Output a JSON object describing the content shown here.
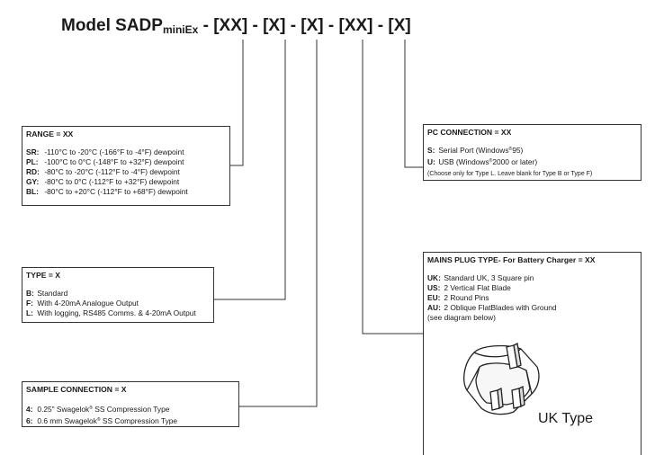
{
  "title": {
    "model": "Model SADP",
    "subscript": "miniEx",
    "code": " - [XX] - [X] - [X] - [XX] - [X]"
  },
  "range": {
    "header": "RANGE = XX",
    "rows": [
      {
        "code": "SR:",
        "text": "-110°C to -20°C (-166°F to -4°F) dewpoint"
      },
      {
        "code": "PL:",
        "text": "-100°C to 0°C (-148°F to +32°F) dewpoint"
      },
      {
        "code": "RD:",
        "text": "-80°C to -20°C (-112°F to -4°F) dewpoint"
      },
      {
        "code": "GY:",
        "text": "-80°C to 0°C (-112°F to +32°F) dewpoint"
      },
      {
        "code": "BL:",
        "text": "-80°C to +20°C (-112°F to +68°F) dewpoint"
      }
    ]
  },
  "type": {
    "header": "TYPE = X",
    "rows": [
      {
        "code": "B:",
        "text": "Standard"
      },
      {
        "code": "F:",
        "text": "With 4-20mA Analogue Output"
      },
      {
        "code": "L:",
        "text": "With logging, RS485 Comms. & 4-20mA Output"
      }
    ]
  },
  "sample": {
    "header": "SAMPLE CONNECTION = X",
    "rows": [
      {
        "code": "4:",
        "pre": "0.25\" Swagelok",
        "reg": "®",
        "post": " SS Compression Type"
      },
      {
        "code": "6:",
        "pre": "0.6 mm Swagelok",
        "reg": "®",
        "post": " SS Compression Type"
      }
    ]
  },
  "pc": {
    "header": "PC CONNECTION = XX",
    "rows": [
      {
        "code": "S:",
        "pre": "Serial Port (Windows",
        "reg": "®",
        "post": "95)"
      },
      {
        "code": "U:",
        "pre": "USB (Windows",
        "reg": "®",
        "post": "2000 or later)"
      }
    ],
    "note": "(Choose only for Type L. Leave blank for Type B or Type F)"
  },
  "mains": {
    "header": "MAINS PLUG TYPE- For Battery Charger = XX",
    "rows": [
      {
        "code": "UK:",
        "text": "Standard UK, 3 Square pin"
      },
      {
        "code": "US:",
        "text": "2 Vertical Flat Blade"
      },
      {
        "code": "EU:",
        "text": "2 Round Pins"
      },
      {
        "code": "AU:",
        "text": "2 Oblique FlatBlades with Ground"
      }
    ],
    "note": "(see diagram below)",
    "plug_label": "UK Type"
  }
}
